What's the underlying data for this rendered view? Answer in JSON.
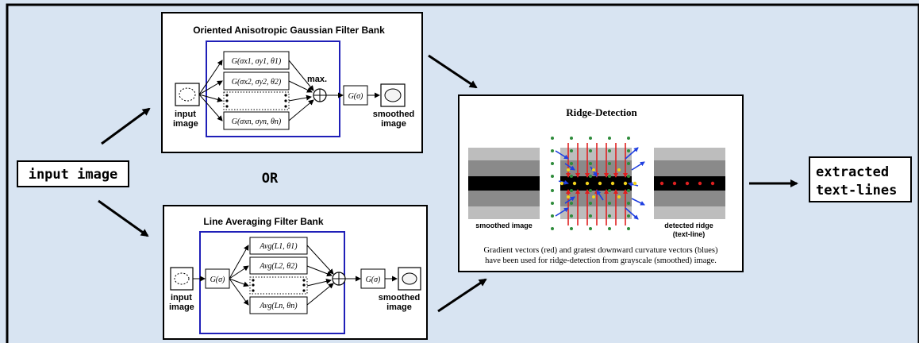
{
  "input_label": "input image",
  "or_label": "OR",
  "output_label_line1": "extracted",
  "output_label_line2": "text-lines",
  "gaussian_bank": {
    "title": "Oriented Anisotropic Gaussian Filter Bank",
    "filters": [
      "G(σx1, σy1, θ1)",
      "G(σx2, σy2, θ2)",
      "G(σxn, σyn, θn)"
    ],
    "max_label": "max.",
    "post_filter": "G(σ)",
    "input_caption": [
      "input",
      "image"
    ],
    "output_caption": [
      "smoothed",
      "image"
    ]
  },
  "line_bank": {
    "title": "Line Averaging Filter Bank",
    "pre_filter": "G(σ)",
    "filters": [
      "Avg(L1, θ1)",
      "Avg(L2, θ2)",
      "Avg(Ln, θn)"
    ],
    "post_filter": "G(σ)",
    "input_caption": [
      "input",
      "image"
    ],
    "output_caption": [
      "smoothed",
      "image"
    ]
  },
  "ridge": {
    "title": "Ridge-Detection",
    "left_caption": "smoothed image",
    "right_caption_line1": "detected ridge",
    "right_caption_line2": "(text-line)",
    "desc_line1": "Gradient vectors (red) and gratest downward curvature vectors (blues)",
    "desc_line2": "have been used for ridge-detection from grayscale (smoothed) image."
  },
  "colors": {
    "background": "#d8e4f2",
    "bank_frame": "#1f1fb8",
    "gradient_vector": "#e02020",
    "curvature_vector": "#1f3fe0",
    "grid_dot": "#2e8b3a",
    "ridge_dot": "#f2d21c"
  }
}
